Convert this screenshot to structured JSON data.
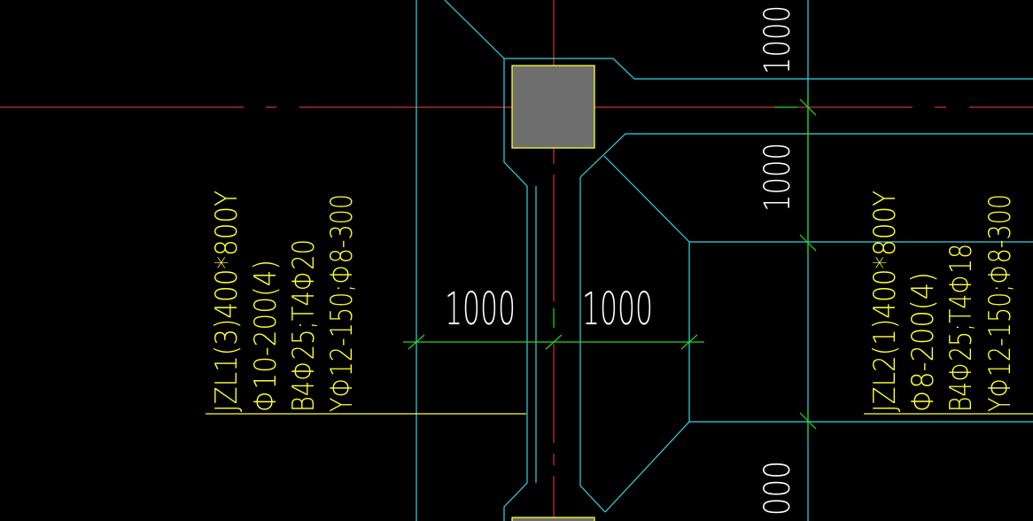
{
  "drawing": {
    "background": "#000000",
    "colors": {
      "axis": "#ff3b3b",
      "outline": "#33d6e6",
      "column_border": "#ffff33",
      "column_fill": "#6e6e6e",
      "dimension": "#22dd22",
      "dimension_text": "#ffffff",
      "annotation": "#ffff33"
    },
    "dimension_labels": {
      "horizontal_left": "1000",
      "horizontal_right": "1000",
      "vertical_upper": "1000",
      "vertical_middle": "1000",
      "vertical_lower": "000"
    },
    "beam_left": {
      "line1": "JZL1(3)400*800Y",
      "line2": "Φ10-200(4)",
      "line3": "B4Φ25;T4Φ20",
      "line4": "YΦ12-150;Φ8-300"
    },
    "beam_right": {
      "line1": "JZL2(1)400*800Y",
      "line2": "Φ8-200(4)",
      "line3": "B4Φ25;T4Φ18",
      "line4": "YΦ12-150;Φ8-300"
    }
  }
}
